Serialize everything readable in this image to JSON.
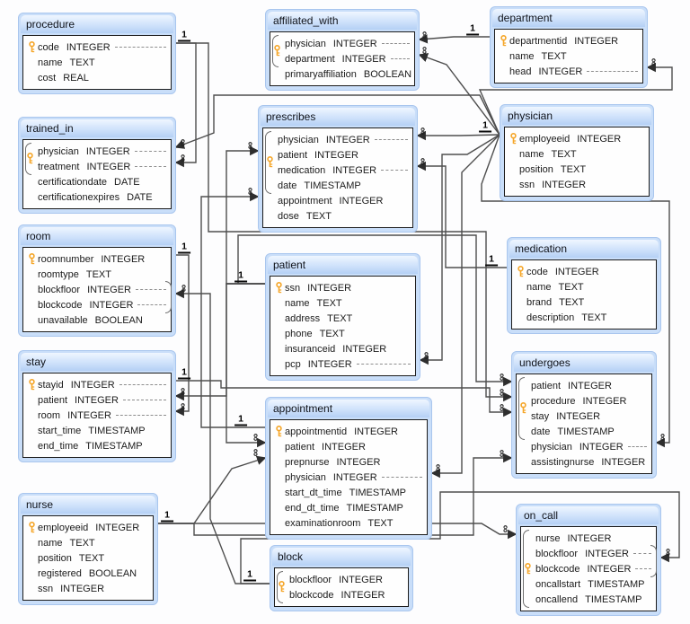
{
  "cardinality_symbols": {
    "one": "1",
    "many": "∞"
  },
  "tables": [
    {
      "id": "procedure",
      "name": "procedure",
      "fields": [
        {
          "name": "code",
          "type": "INTEGER",
          "key": true,
          "dashed": true
        },
        {
          "name": "name",
          "type": "TEXT"
        },
        {
          "name": "cost",
          "type": "REAL"
        }
      ]
    },
    {
      "id": "trained_in",
      "name": "trained_in",
      "keyBrace": {
        "start": 0,
        "count": 2
      },
      "fields": [
        {
          "name": "physician",
          "type": "INTEGER",
          "dashed": true
        },
        {
          "name": "treatment",
          "type": "INTEGER",
          "dashed": true
        },
        {
          "name": "certificationdate",
          "type": "DATE"
        },
        {
          "name": "certificationexpires",
          "type": "DATE"
        }
      ]
    },
    {
      "id": "room",
      "name": "room",
      "rightBrace": {
        "start": 2,
        "count": 2
      },
      "fields": [
        {
          "name": "roomnumber",
          "type": "INTEGER",
          "key": true
        },
        {
          "name": "roomtype",
          "type": "TEXT"
        },
        {
          "name": "blockfloor",
          "type": "INTEGER",
          "dashed": true
        },
        {
          "name": "blockcode",
          "type": "INTEGER",
          "dashed": true
        },
        {
          "name": "unavailable",
          "type": "BOOLEAN"
        }
      ]
    },
    {
      "id": "stay",
      "name": "stay",
      "fields": [
        {
          "name": "stayid",
          "type": "INTEGER",
          "key": true,
          "dashed": true
        },
        {
          "name": "patient",
          "type": "INTEGER",
          "dashed": true
        },
        {
          "name": "room",
          "type": "INTEGER",
          "dashed": true
        },
        {
          "name": "start_time",
          "type": "TIMESTAMP"
        },
        {
          "name": "end_time",
          "type": "TIMESTAMP"
        }
      ]
    },
    {
      "id": "nurse",
      "name": "nurse",
      "fields": [
        {
          "name": "employeeid",
          "type": "INTEGER",
          "key": true
        },
        {
          "name": "name",
          "type": "TEXT"
        },
        {
          "name": "position",
          "type": "TEXT"
        },
        {
          "name": "registered",
          "type": "BOOLEAN"
        },
        {
          "name": "ssn",
          "type": "INTEGER"
        }
      ]
    },
    {
      "id": "affiliated_with",
      "name": "affiliated_with",
      "keyBrace": {
        "start": 0,
        "count": 2
      },
      "fields": [
        {
          "name": "physician",
          "type": "INTEGER",
          "dashed": true
        },
        {
          "name": "department",
          "type": "INTEGER",
          "dashed": true
        },
        {
          "name": "primaryaffiliation",
          "type": "BOOLEAN"
        }
      ]
    },
    {
      "id": "prescribes",
      "name": "prescribes",
      "keyBrace": {
        "start": 0,
        "count": 4
      },
      "fields": [
        {
          "name": "physician",
          "type": "INTEGER",
          "dashed": true
        },
        {
          "name": "patient",
          "type": "INTEGER"
        },
        {
          "name": "medication",
          "type": "INTEGER",
          "dashed": true
        },
        {
          "name": "date",
          "type": "TIMESTAMP"
        },
        {
          "name": "appointment",
          "type": "INTEGER"
        },
        {
          "name": "dose",
          "type": "TEXT"
        }
      ]
    },
    {
      "id": "patient",
      "name": "patient",
      "fields": [
        {
          "name": "ssn",
          "type": "INTEGER",
          "key": true
        },
        {
          "name": "name",
          "type": "TEXT"
        },
        {
          "name": "address",
          "type": "TEXT"
        },
        {
          "name": "phone",
          "type": "TEXT"
        },
        {
          "name": "insuranceid",
          "type": "INTEGER"
        },
        {
          "name": "pcp",
          "type": "INTEGER",
          "dashed": true
        }
      ]
    },
    {
      "id": "appointment",
      "name": "appointment",
      "fields": [
        {
          "name": "appointmentid",
          "type": "INTEGER",
          "key": true
        },
        {
          "name": "patient",
          "type": "INTEGER"
        },
        {
          "name": "prepnurse",
          "type": "INTEGER"
        },
        {
          "name": "physician",
          "type": "INTEGER",
          "dashed": true
        },
        {
          "name": "start_dt_time",
          "type": "TIMESTAMP"
        },
        {
          "name": "end_dt_time",
          "type": "TIMESTAMP"
        },
        {
          "name": "examinationroom",
          "type": "TEXT"
        }
      ]
    },
    {
      "id": "block",
      "name": "block",
      "keyBrace": {
        "start": 0,
        "count": 2
      },
      "fields": [
        {
          "name": "blockfloor",
          "type": "INTEGER"
        },
        {
          "name": "blockcode",
          "type": "INTEGER"
        }
      ]
    },
    {
      "id": "department",
      "name": "department",
      "fields": [
        {
          "name": "departmentid",
          "type": "INTEGER",
          "key": true
        },
        {
          "name": "name",
          "type": "TEXT"
        },
        {
          "name": "head",
          "type": "INTEGER",
          "dashed": true
        }
      ]
    },
    {
      "id": "physician",
      "name": "physician",
      "fields": [
        {
          "name": "employeeid",
          "type": "INTEGER",
          "key": true
        },
        {
          "name": "name",
          "type": "TEXT"
        },
        {
          "name": "position",
          "type": "TEXT"
        },
        {
          "name": "ssn",
          "type": "INTEGER"
        }
      ]
    },
    {
      "id": "medication",
      "name": "medication",
      "fields": [
        {
          "name": "code",
          "type": "INTEGER",
          "key": true
        },
        {
          "name": "name",
          "type": "TEXT"
        },
        {
          "name": "brand",
          "type": "TEXT"
        },
        {
          "name": "description",
          "type": "TEXT"
        }
      ]
    },
    {
      "id": "undergoes",
      "name": "undergoes",
      "keyBrace": {
        "start": 0,
        "count": 4
      },
      "fields": [
        {
          "name": "patient",
          "type": "INTEGER"
        },
        {
          "name": "procedure",
          "type": "INTEGER"
        },
        {
          "name": "stay",
          "type": "INTEGER"
        },
        {
          "name": "date",
          "type": "TIMESTAMP"
        },
        {
          "name": "physician",
          "type": "INTEGER",
          "dashed": true
        },
        {
          "name": "assistingnurse",
          "type": "INTEGER"
        }
      ]
    },
    {
      "id": "on_call",
      "name": "on_call",
      "keyBrace": {
        "start": 0,
        "count": 5
      },
      "rightBrace": {
        "start": 1,
        "count": 2
      },
      "fields": [
        {
          "name": "nurse",
          "type": "INTEGER"
        },
        {
          "name": "blockfloor",
          "type": "INTEGER",
          "dashed": true
        },
        {
          "name": "blockcode",
          "type": "INTEGER",
          "dashed": true
        },
        {
          "name": "oncallstart",
          "type": "TIMESTAMP"
        },
        {
          "name": "oncallend",
          "type": "TIMESTAMP"
        }
      ]
    }
  ],
  "relationships": [
    {
      "id": "r1",
      "from": "procedure.code",
      "to": "trained_in.treatment",
      "from_card": "1",
      "to_card": "∞"
    },
    {
      "id": "r2",
      "from": "procedure.code",
      "to": "undergoes.procedure",
      "from_card": "1",
      "to_card": "∞"
    },
    {
      "id": "r3",
      "from": "physician.employeeid",
      "to": "trained_in.physician",
      "from_card": "1",
      "to_card": "∞"
    },
    {
      "id": "r4",
      "from": "department.departmentid",
      "to": "affiliated_with.department",
      "from_card": "1",
      "to_card": "∞"
    },
    {
      "id": "r5",
      "from": "physician.employeeid",
      "to": "affiliated_with.physician",
      "from_card": "1",
      "to_card": "∞"
    },
    {
      "id": "r6",
      "from": "physician.employeeid",
      "to": "department.head",
      "from_card": "1",
      "to_card": "∞"
    },
    {
      "id": "r7",
      "from": "physician.employeeid",
      "to": "prescribes.physician",
      "from_card": "1",
      "to_card": "∞"
    },
    {
      "id": "r8",
      "from": "physician.employeeid",
      "to": "patient.pcp",
      "from_card": "1",
      "to_card": "∞"
    },
    {
      "id": "r9",
      "from": "physician.employeeid",
      "to": "appointment.physician",
      "from_card": "1",
      "to_card": "∞"
    },
    {
      "id": "r10",
      "from": "physician.employeeid",
      "to": "undergoes.physician",
      "from_card": "1",
      "to_card": "∞"
    },
    {
      "id": "r11",
      "from": "nurse.employeeid",
      "to": "appointment.prepnurse",
      "from_card": "1",
      "to_card": "∞"
    },
    {
      "id": "r12",
      "from": "nurse.employeeid",
      "to": "undergoes.assistingnurse",
      "from_card": "1",
      "to_card": "∞"
    },
    {
      "id": "r13",
      "from": "nurse.employeeid",
      "to": "on_call.nurse",
      "from_card": "1",
      "to_card": "∞"
    },
    {
      "id": "r14",
      "from": "patient.ssn",
      "to": "prescribes.patient",
      "from_card": "1",
      "to_card": "∞"
    },
    {
      "id": "r15",
      "from": "patient.ssn",
      "to": "stay.patient",
      "from_card": "1",
      "to_card": "∞"
    },
    {
      "id": "r16",
      "from": "patient.ssn",
      "to": "appointment.patient",
      "from_card": "1",
      "to_card": "∞"
    },
    {
      "id": "r17",
      "from": "patient.ssn",
      "to": "undergoes.patient",
      "from_card": "1",
      "to_card": "∞"
    },
    {
      "id": "r18",
      "from": "appointment.appointmentid",
      "to": "prescribes.appointment",
      "from_card": "1",
      "to_card": "∞"
    },
    {
      "id": "r19",
      "from": "room.roomnumber",
      "to": "stay.room",
      "from_card": "1",
      "to_card": "∞"
    },
    {
      "id": "r20",
      "from": "stay.stayid",
      "to": "undergoes.stay",
      "from_card": "1",
      "to_card": "∞"
    },
    {
      "id": "r21",
      "from": "block.blockfloor_blockcode",
      "to": "room.blockfloor_blockcode",
      "from_card": "1",
      "to_card": "∞"
    },
    {
      "id": "r22",
      "from": "block.blockfloor_blockcode",
      "to": "on_call.blockfloor_blockcode",
      "from_card": "1",
      "to_card": "∞"
    },
    {
      "id": "r23",
      "from": "medication.code",
      "to": "prescribes.medication",
      "from_card": "1",
      "to_card": "∞"
    }
  ]
}
